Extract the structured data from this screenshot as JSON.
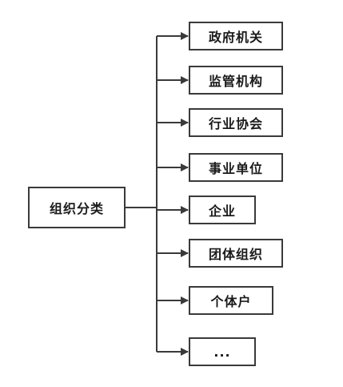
{
  "root": {
    "label": "组织分类"
  },
  "children": [
    {
      "label": "政府机关"
    },
    {
      "label": "监管机构"
    },
    {
      "label": "行业协会"
    },
    {
      "label": "事业单位"
    },
    {
      "label": "企业"
    },
    {
      "label": "团体组织"
    },
    {
      "label": "个体户"
    },
    {
      "label": "..."
    }
  ],
  "colors": {
    "line": "#3a3a3a",
    "box_border": "#3a3a3a",
    "text": "#1a1a1a"
  }
}
